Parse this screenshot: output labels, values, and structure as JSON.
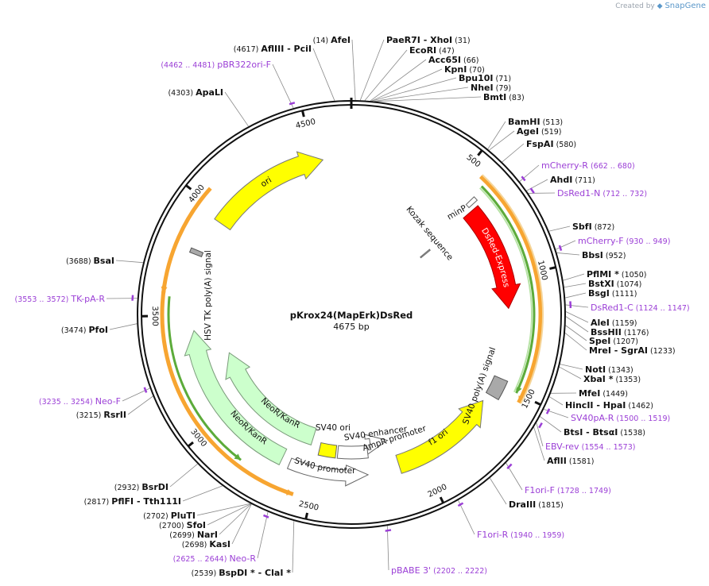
{
  "credit": {
    "prefix": "Created by",
    "brand": "SnapGene"
  },
  "plasmid": {
    "name": "pKrox24(MapErk)DsRed",
    "size_label": "4675 bp",
    "length": 4675
  },
  "ticks": [
    {
      "pos": 500,
      "label": "500"
    },
    {
      "pos": 1000,
      "label": "1000"
    },
    {
      "pos": 1500,
      "label": "1500"
    },
    {
      "pos": 2000,
      "label": "2000"
    },
    {
      "pos": 2500,
      "label": "2500"
    },
    {
      "pos": 3000,
      "label": "3000"
    },
    {
      "pos": 3500,
      "label": "3500"
    },
    {
      "pos": 4000,
      "label": "4000"
    },
    {
      "pos": 4500,
      "label": "4500"
    }
  ],
  "sites_right": [
    {
      "name": "PaeR7I",
      "sep": "-",
      "name2": "XhoI",
      "pos": "(31)",
      "site": 31
    },
    {
      "name": "EcoRI",
      "pos": "(47)",
      "site": 47
    },
    {
      "name": "Acc65I",
      "pos": "(66)",
      "site": 66
    },
    {
      "name": "KpnI",
      "pos": "(70)",
      "site": 70
    },
    {
      "name": "Bpu10I",
      "pos": "(71)",
      "site": 71
    },
    {
      "name": "NheI",
      "pos": "(79)",
      "site": 79
    },
    {
      "name": "BmtI",
      "pos": "(83)",
      "site": 83
    },
    {
      "name": "BamHI",
      "pos": "(513)",
      "site": 513
    },
    {
      "name": "AgeI",
      "pos": "(519)",
      "site": 519
    },
    {
      "name": "FspAI",
      "pos": "(580)",
      "site": 580
    },
    {
      "name": "AhdI",
      "pos": "(711)",
      "site": 711
    },
    {
      "name": "SbfI",
      "pos": "(872)",
      "site": 872
    },
    {
      "name": "BbsI",
      "pos": "(952)",
      "site": 952
    },
    {
      "name": "PflMI *",
      "pos": "(1050)",
      "site": 1050
    },
    {
      "name": "BstXI",
      "pos": "(1074)",
      "site": 1074
    },
    {
      "name": "BsgI",
      "pos": "(1111)",
      "site": 1111
    },
    {
      "name": "AleI",
      "pos": "(1159)",
      "site": 1159
    },
    {
      "name": "BssHII",
      "pos": "(1176)",
      "site": 1176
    },
    {
      "name": "SpeI",
      "pos": "(1207)",
      "site": 1207
    },
    {
      "name": "MreI",
      "sep": "-",
      "name2": "SgrAI",
      "pos": "(1233)",
      "site": 1233
    },
    {
      "name": "NotI",
      "pos": "(1343)",
      "site": 1343
    },
    {
      "name": "XbaI *",
      "pos": "(1353)",
      "site": 1353
    },
    {
      "name": "MfeI",
      "pos": "(1449)",
      "site": 1449
    },
    {
      "name": "HincII",
      "sep": "-",
      "name2": "HpaI",
      "pos": "(1462)",
      "site": 1462
    },
    {
      "name": "BtsI",
      "sep": "-",
      "name2": "BtsαI",
      "pos": "(1538)",
      "site": 1538
    },
    {
      "name": "AflII",
      "pos": "(1581)",
      "site": 1581
    },
    {
      "name": "DraIII",
      "pos": "(1815)",
      "site": 1815
    }
  ],
  "sites_left": [
    {
      "name": "AfeI",
      "pos": "(14)",
      "site": 14
    },
    {
      "name": "AflIII",
      "sep": "-",
      "name2": "PciI",
      "pos": "(4617)",
      "site": 4617
    },
    {
      "name": "ApaLI",
      "pos": "(4303)",
      "site": 4303
    },
    {
      "name": "BsaI",
      "pos": "(3688)",
      "site": 3688
    },
    {
      "name": "PfoI",
      "pos": "(3474)",
      "site": 3474
    },
    {
      "name": "RsrII",
      "pos": "(3215)",
      "site": 3215
    },
    {
      "name": "BsrDI",
      "pos": "(2932)",
      "site": 2932
    },
    {
      "name": "PflFI",
      "sep": "-",
      "name2": "Tth111I",
      "pos": "(2817)",
      "site": 2817
    },
    {
      "name": "PluTI",
      "pos": "(2702)",
      "site": 2702
    },
    {
      "name": "SfoI",
      "pos": "(2700)",
      "site": 2700
    },
    {
      "name": "NarI",
      "pos": "(2699)",
      "site": 2699
    },
    {
      "name": "KasI",
      "pos": "(2698)",
      "site": 2698
    },
    {
      "name": "BspDI *",
      "sep": "-",
      "name2": "ClaI *",
      "pos": "(2539)",
      "site": 2539
    }
  ],
  "primers": [
    {
      "name": "pBR322ori-F",
      "pos": "(4462 .. 4481)",
      "start": 4462,
      "end": 4481
    },
    {
      "name": "mCherry-R",
      "pos": "(662 .. 680)",
      "start": 662,
      "end": 680
    },
    {
      "name": "DsRed1-N",
      "pos": "(712 .. 732)",
      "start": 712,
      "end": 732
    },
    {
      "name": "mCherry-F",
      "pos": "(930 .. 949)",
      "start": 930,
      "end": 949
    },
    {
      "name": "DsRed1-C",
      "pos": "(1124 .. 1147)",
      "start": 1124,
      "end": 1147
    },
    {
      "name": "SV40pA-R",
      "pos": "(1500 .. 1519)",
      "start": 1500,
      "end": 1519
    },
    {
      "name": "EBV-rev",
      "pos": "(1554 .. 1573)",
      "start": 1554,
      "end": 1573
    },
    {
      "name": "F1ori-F",
      "pos": "(1728 .. 1749)",
      "start": 1728,
      "end": 1749
    },
    {
      "name": "F1ori-R",
      "pos": "(1940 .. 1959)",
      "start": 1940,
      "end": 1959
    },
    {
      "name": "pBABE 3'",
      "pos": "(2202 .. 2222)",
      "start": 2202,
      "end": 2222
    },
    {
      "name": "Neo-R",
      "pos": "(2625 .. 2644)",
      "start": 2625,
      "end": 2644
    },
    {
      "name": "Neo-F",
      "pos": "(3235 .. 3254)",
      "start": 3235,
      "end": 3254
    },
    {
      "name": "TK-pA-R",
      "pos": "(3553 .. 3572)",
      "start": 3553,
      "end": 3572
    }
  ],
  "features": {
    "dsred": {
      "label": "DsRed-Express",
      "color": "#ff0000"
    },
    "minp": {
      "label": "minP"
    },
    "kozak": {
      "label": "Kozak sequence"
    },
    "sv40pa": {
      "label": "SV40 poly(A) signal"
    },
    "f1ori": {
      "label": "f1 ori",
      "color": "#ffff00"
    },
    "ampr_promoter": {
      "label": "AmpR promoter"
    },
    "sv40_promoter": {
      "label": "SV40 promoter"
    },
    "sv40_ori": {
      "label": "SV40 ori"
    },
    "sv40_enhancer": {
      "label": "SV40 enhancer"
    },
    "neor_outer": {
      "label": "NeoR/KanR",
      "color": "#ccffcc"
    },
    "neor_inner": {
      "label": "NeoR/KanR",
      "color": "#ccffcc"
    },
    "hsvtk_pa": {
      "label": "HSV TK poly(A) signal"
    },
    "ori": {
      "label": "ori",
      "color": "#ffff00"
    }
  }
}
